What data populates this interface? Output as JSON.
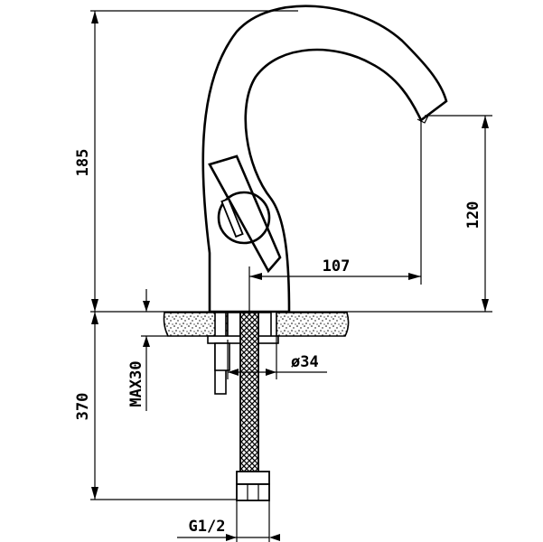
{
  "dimensions": {
    "total_height_above": "185",
    "spout_height": "120",
    "spout_reach": "107",
    "below_counter": "370",
    "max_thickness": "MAX30",
    "hole_diameter": "ø34",
    "thread": "G1/2"
  }
}
